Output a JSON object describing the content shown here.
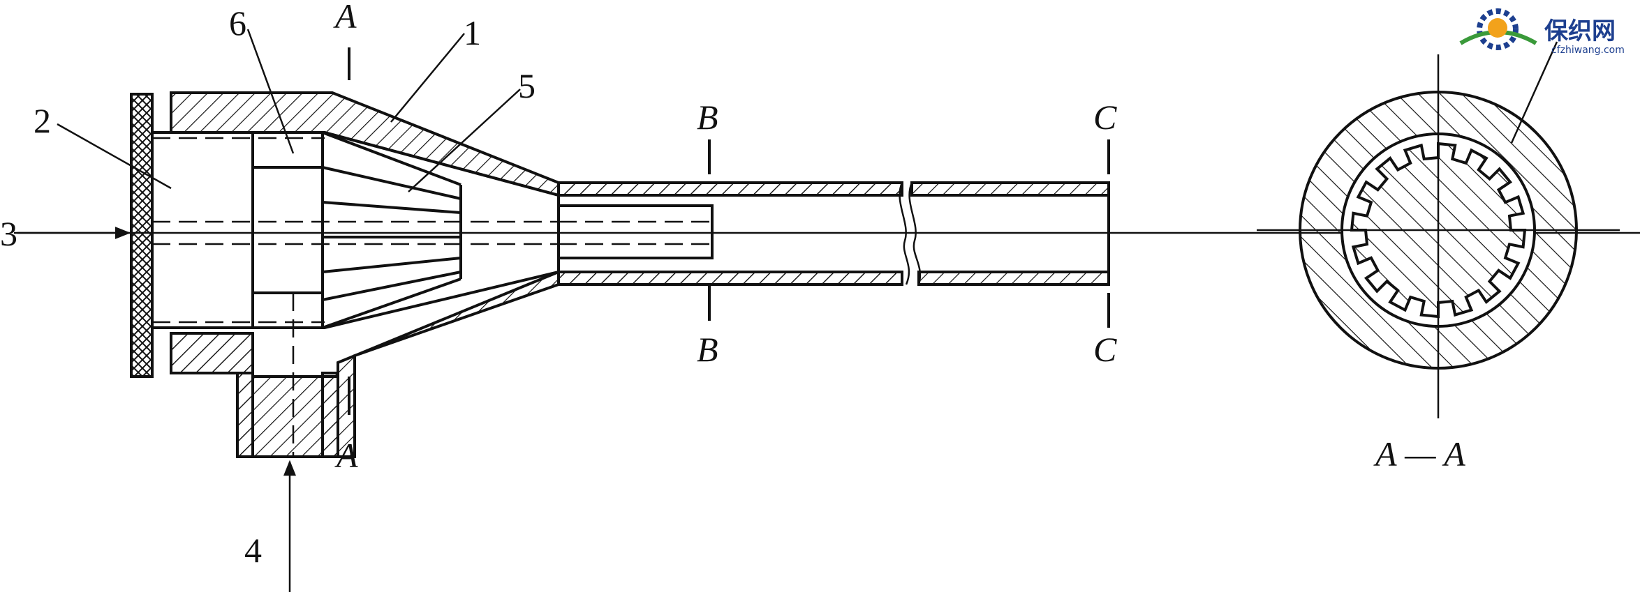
{
  "labels": {
    "part1": "1",
    "part2": "2",
    "part3": "3",
    "part4": "4",
    "part5": "5",
    "part6": "6",
    "section_a_top": "A",
    "section_a_bottom": "A",
    "section_b_top": "B",
    "section_b_bottom": "B",
    "section_c_top": "C",
    "section_c_bottom": "C",
    "section_view_title": "A — A"
  },
  "watermark": {
    "name": "保织网",
    "url": "cfzhiwang.com"
  },
  "colors": {
    "line": "#111111",
    "watermark_blue": "#1d3f8f",
    "watermark_orange": "#f2a21b",
    "watermark_green": "#3a9a3a"
  }
}
